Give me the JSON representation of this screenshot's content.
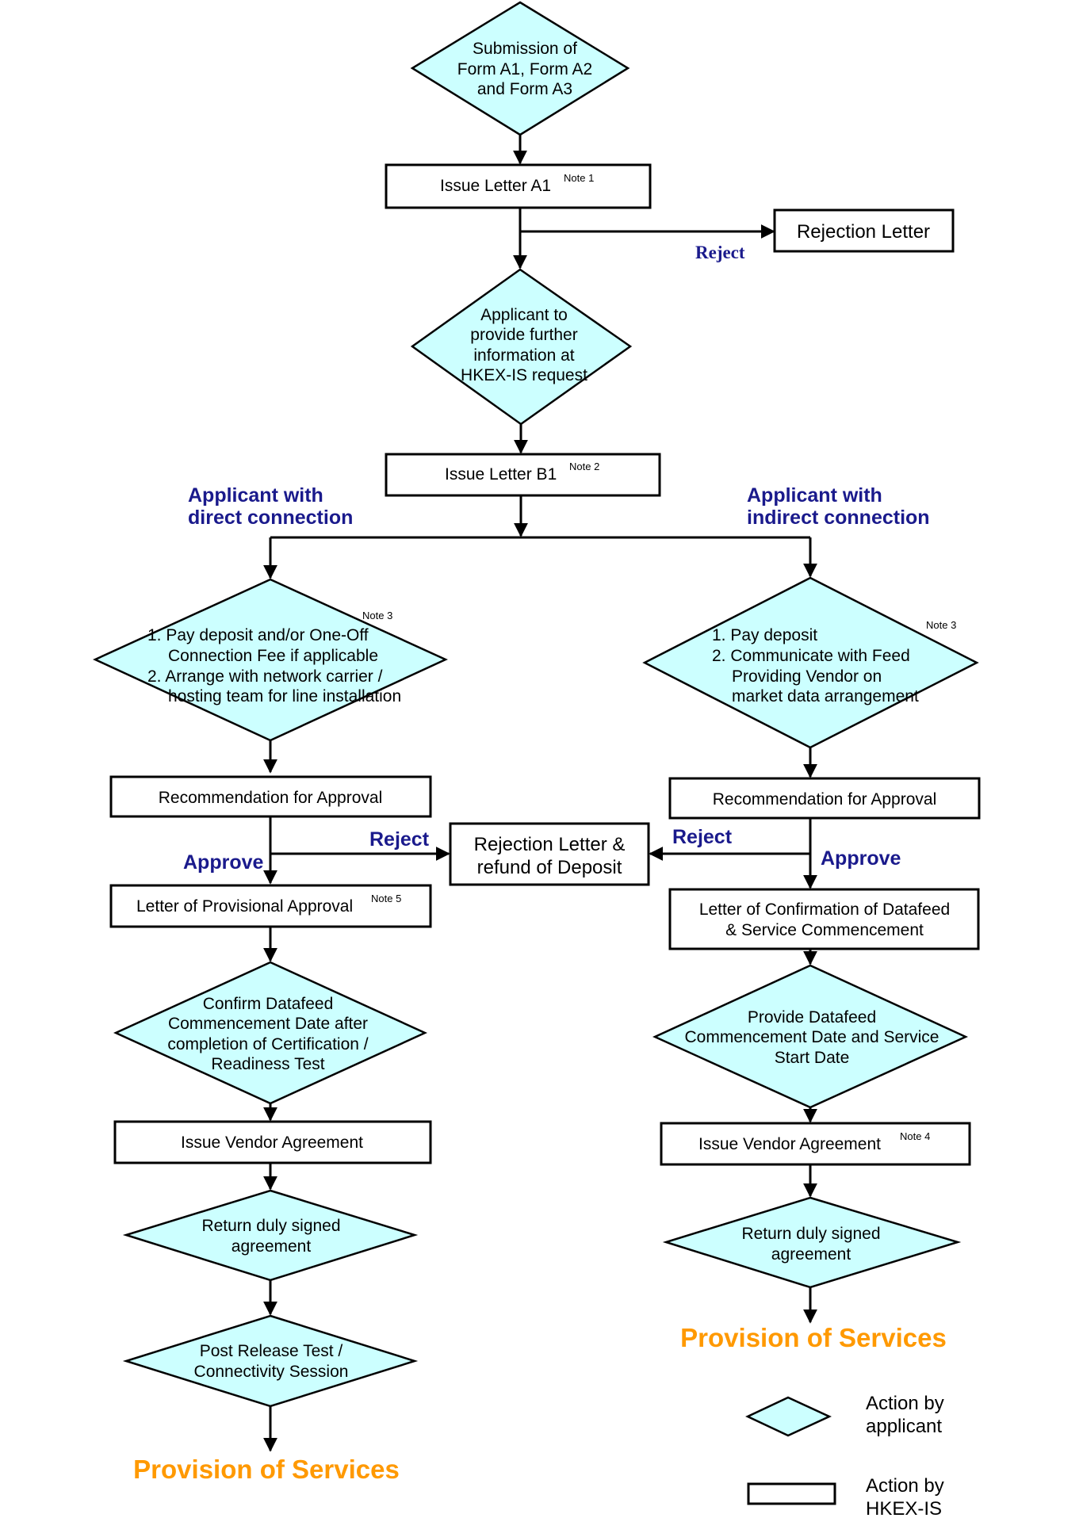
{
  "colors": {
    "applicant_fill": "#ccffff",
    "label_blue": "#1a1a8c",
    "provision_orange": "#ff9900"
  },
  "nodes": {
    "submission": [
      "Submission of",
      "Form A1, Form A2",
      "and Form A3"
    ],
    "letter_a1": {
      "text": "Issue Letter A1",
      "note": "Note 1"
    },
    "rejection_letter": "Rejection Letter",
    "reject_a1": "Reject",
    "further_info": [
      "Applicant to",
      "provide further",
      "information at",
      "HKEX-IS request"
    ],
    "letter_b1": {
      "text": "Issue Letter B1",
      "note": "Note 2"
    },
    "direct_label": [
      "Applicant with",
      "direct connection"
    ],
    "indirect_label": [
      "Applicant with",
      "indirect connection"
    ],
    "direct_pay": {
      "note": "Note 3",
      "lines": [
        "1. Pay deposit and/or One-Off",
        "Connection Fee if applicable",
        "2. Arrange with network carrier /",
        "hosting team for line installation"
      ]
    },
    "indirect_pay": {
      "note": "Note 3",
      "lines": [
        "1. Pay deposit",
        "2. Communicate with Feed",
        "Providing  Vendor on",
        "market data arrangement"
      ]
    },
    "rec_left": "Recommendation for Approval",
    "rec_right": "Recommendation for Approval",
    "reject_left": "Reject",
    "reject_right": "Reject",
    "approve_left": "Approve",
    "approve_right": "Approve",
    "rejection_refund": [
      "Rejection Letter &",
      "refund of Deposit"
    ],
    "provisional": {
      "text": "Letter of Provisional Approval",
      "note": "Note 5"
    },
    "confirmation": [
      "Letter of Confirmation of Datafeed",
      "& Service Commencement"
    ],
    "confirm_date": [
      "Confirm Datafeed",
      "Commencement Date after",
      "completion of Certification /",
      "Readiness Test"
    ],
    "provide_date": [
      "Provide Datafeed",
      "Commencement Date and Service",
      "Start Date"
    ],
    "vendor_left": "Issue Vendor Agreement",
    "vendor_right": {
      "text": "Issue Vendor Agreement",
      "note": "Note 4"
    },
    "return_left": [
      "Return duly signed",
      "agreement"
    ],
    "return_right": [
      "Return duly signed",
      "agreement"
    ],
    "post_release": [
      "Post Release Test /",
      "Connectivity Session"
    ],
    "provision_left": "Provision of Services",
    "provision_right": "Provision of Services"
  },
  "legend": {
    "applicant": [
      "Action by",
      "applicant"
    ],
    "hkex": [
      "Action by",
      "HKEX-IS"
    ]
  }
}
